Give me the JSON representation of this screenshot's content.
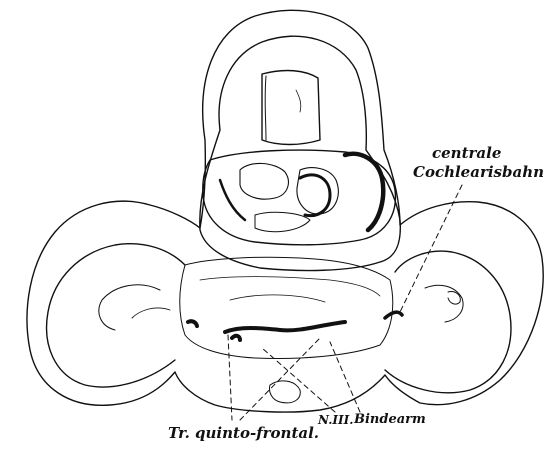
{
  "labels": {
    "central_line1": "centrale",
    "central_line2": "Cochlearisbahn",
    "n3": "N.III.",
    "bindearm": "Bindearm",
    "tract": "Tr. quinto-frontal."
  },
  "colors": {
    "ink": "#111111",
    "background": "#ffffff"
  }
}
